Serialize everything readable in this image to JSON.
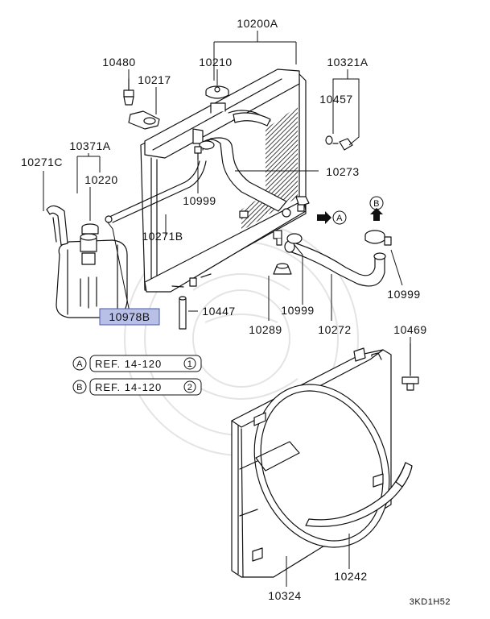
{
  "labels": {
    "l10200A": "10200A",
    "l10210": "10210",
    "l10321A": "10321A",
    "l10480": "10480",
    "l10217": "10217",
    "l10457": "10457",
    "l10371A": "10371A",
    "l10271C": "10271C",
    "l10220": "10220",
    "l10273": "10273",
    "l10999a": "10999",
    "l10271B": "10271B",
    "l10978B": "10978B",
    "l10447": "10447",
    "l10289": "10289",
    "l10999b": "10999",
    "l10272": "10272",
    "l10999c": "10999",
    "l10469": "10469",
    "l10324": "10324",
    "l10242": "10242",
    "code": "3KD1H52"
  },
  "references": [
    {
      "marker": "A",
      "text": "REF. 14-120",
      "num": "1"
    },
    {
      "marker": "B",
      "text": "REF. 14-120",
      "num": "2"
    }
  ],
  "connectors": {
    "a": "A",
    "b": "B"
  },
  "colors": {
    "highlight_fill": "#b8c0e8",
    "highlight_border": "#4a58a8",
    "line": "#111111",
    "watermark": "#e4e4e4"
  }
}
